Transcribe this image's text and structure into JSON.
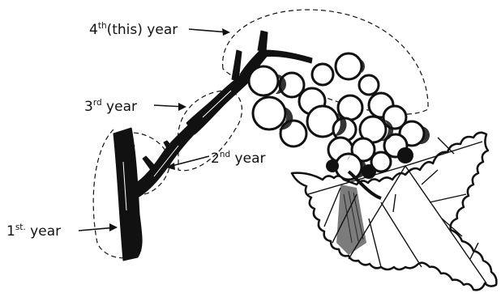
{
  "labels": {
    "year4": {
      "main": "4",
      "sup": "th",
      "rest": "(this) year"
    },
    "year3": {
      "main": "3",
      "sup": "rd",
      "rest": " year"
    },
    "year2": {
      "main": "2",
      "sup": "nd",
      "rest": " year"
    },
    "year1": {
      "main": "1",
      "sup": "st.",
      "rest": " year"
    }
  },
  "colors": {
    "ink": "#111111",
    "paper": "#ffffff",
    "shade": "#555555"
  }
}
